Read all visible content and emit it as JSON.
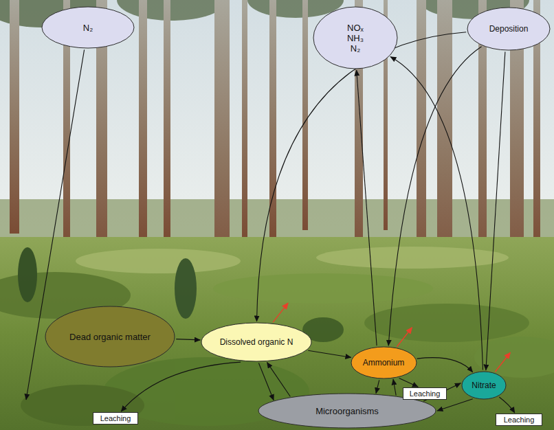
{
  "diagram": {
    "nodes": [
      {
        "text": [
          "N₂"
        ]
      },
      {
        "text": [
          "NOₓ",
          "NH₃",
          "N₂"
        ]
      },
      {
        "text": [
          "Deposition"
        ]
      },
      {
        "text": [
          "Dead organic matter"
        ]
      },
      {
        "text": [
          "Dissolved organic N"
        ]
      },
      {
        "text": [
          "Ammonium"
        ]
      },
      {
        "text": [
          "Nitrate"
        ]
      },
      {
        "text": [
          "Microorganisms"
        ]
      },
      {
        "text": [
          "Leaching"
        ]
      },
      {
        "text": [
          "Leaching"
        ]
      },
      {
        "text": [
          "Leaching"
        ]
      }
    ],
    "edges": [
      {
        "from": 2,
        "to": 4,
        "arrow": "to"
      },
      {
        "from": 2,
        "to": 5,
        "arrow": "to"
      },
      {
        "from": 2,
        "to": 6,
        "arrow": "to"
      },
      {
        "from": 5,
        "to": 1,
        "arrow": "to"
      },
      {
        "from": 6,
        "to": 1,
        "arrow": "to"
      },
      {
        "from": 3,
        "to": 4,
        "arrow": "to"
      },
      {
        "from": 4,
        "to": 5,
        "arrow": "to"
      },
      {
        "from": 5,
        "to": 6,
        "arrow": "to"
      },
      {
        "from": 5,
        "to": 9,
        "arrow": "to"
      },
      {
        "from": 6,
        "to": 10,
        "arrow": "to"
      },
      {
        "from": 4,
        "to": 8,
        "arrow": "to"
      },
      {
        "from": 4,
        "to": 7,
        "arrow": "to"
      },
      {
        "from": 7,
        "to": 4,
        "arrow": "to"
      },
      {
        "from": 5,
        "to": 7,
        "arrow": "to"
      },
      {
        "from": 7,
        "to": 5,
        "arrow": "to"
      },
      {
        "from": 7,
        "to": 6,
        "arrow": "to"
      },
      {
        "from": 6,
        "to": 7,
        "arrow": "to"
      }
    ]
  }
}
